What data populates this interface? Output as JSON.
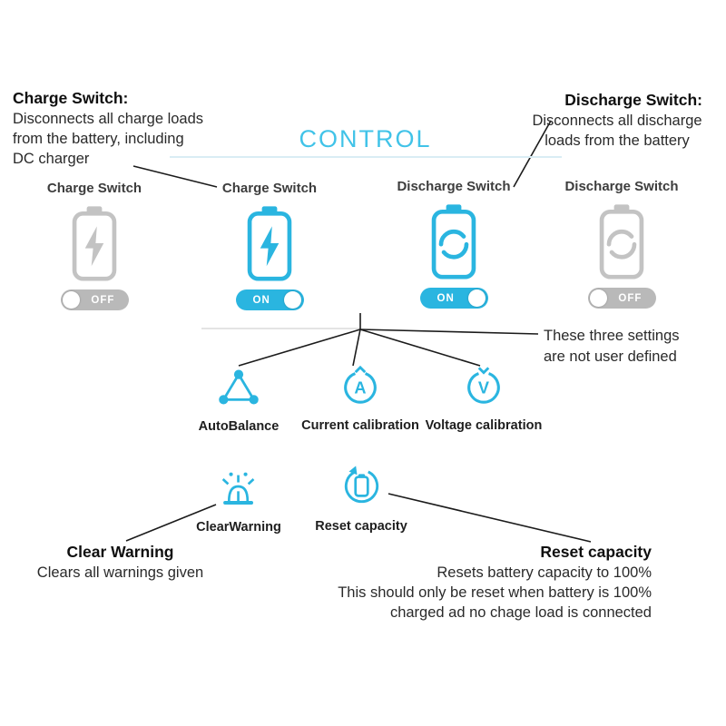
{
  "title": "CONTROL",
  "colors": {
    "accent": "#2ab5e0",
    "inactive_gray": "#c3c3c3",
    "title_cyan": "#41c3e8"
  },
  "annotations": {
    "charge_switch": {
      "heading": "Charge Switch:",
      "line1": "Disconnects all charge loads",
      "line2": "from the battery, including",
      "line3": "DC charger"
    },
    "discharge_switch": {
      "heading": "Discharge Switch:",
      "line1": "Disconnects all discharge",
      "line2": "loads from the battery"
    },
    "settings_note": {
      "line1": "These three settings",
      "line2": "are not user defined"
    },
    "clear_warning": {
      "heading": "Clear Warning",
      "line1": "Clears all warnings given"
    },
    "reset_capacity": {
      "heading": "Reset capacity",
      "line1": "Resets battery capacity to 100%",
      "line2": "This should only be reset when  battery is 100%",
      "line3": "charged ad no chage load is connected"
    }
  },
  "switches": [
    {
      "label": "Charge Switch",
      "state": "OFF"
    },
    {
      "label": "Charge Switch",
      "state": "ON"
    },
    {
      "label": "Discharge Switch",
      "state": "ON"
    },
    {
      "label": "Discharge Switch",
      "state": "OFF"
    }
  ],
  "settings_icons": [
    {
      "label": "AutoBalance"
    },
    {
      "label": "Current calibration",
      "letter": "A"
    },
    {
      "label": "Voltage calibration",
      "letter": "V"
    }
  ],
  "action_icons": [
    {
      "label": "ClearWarning"
    },
    {
      "label": "Reset capacity"
    }
  ]
}
